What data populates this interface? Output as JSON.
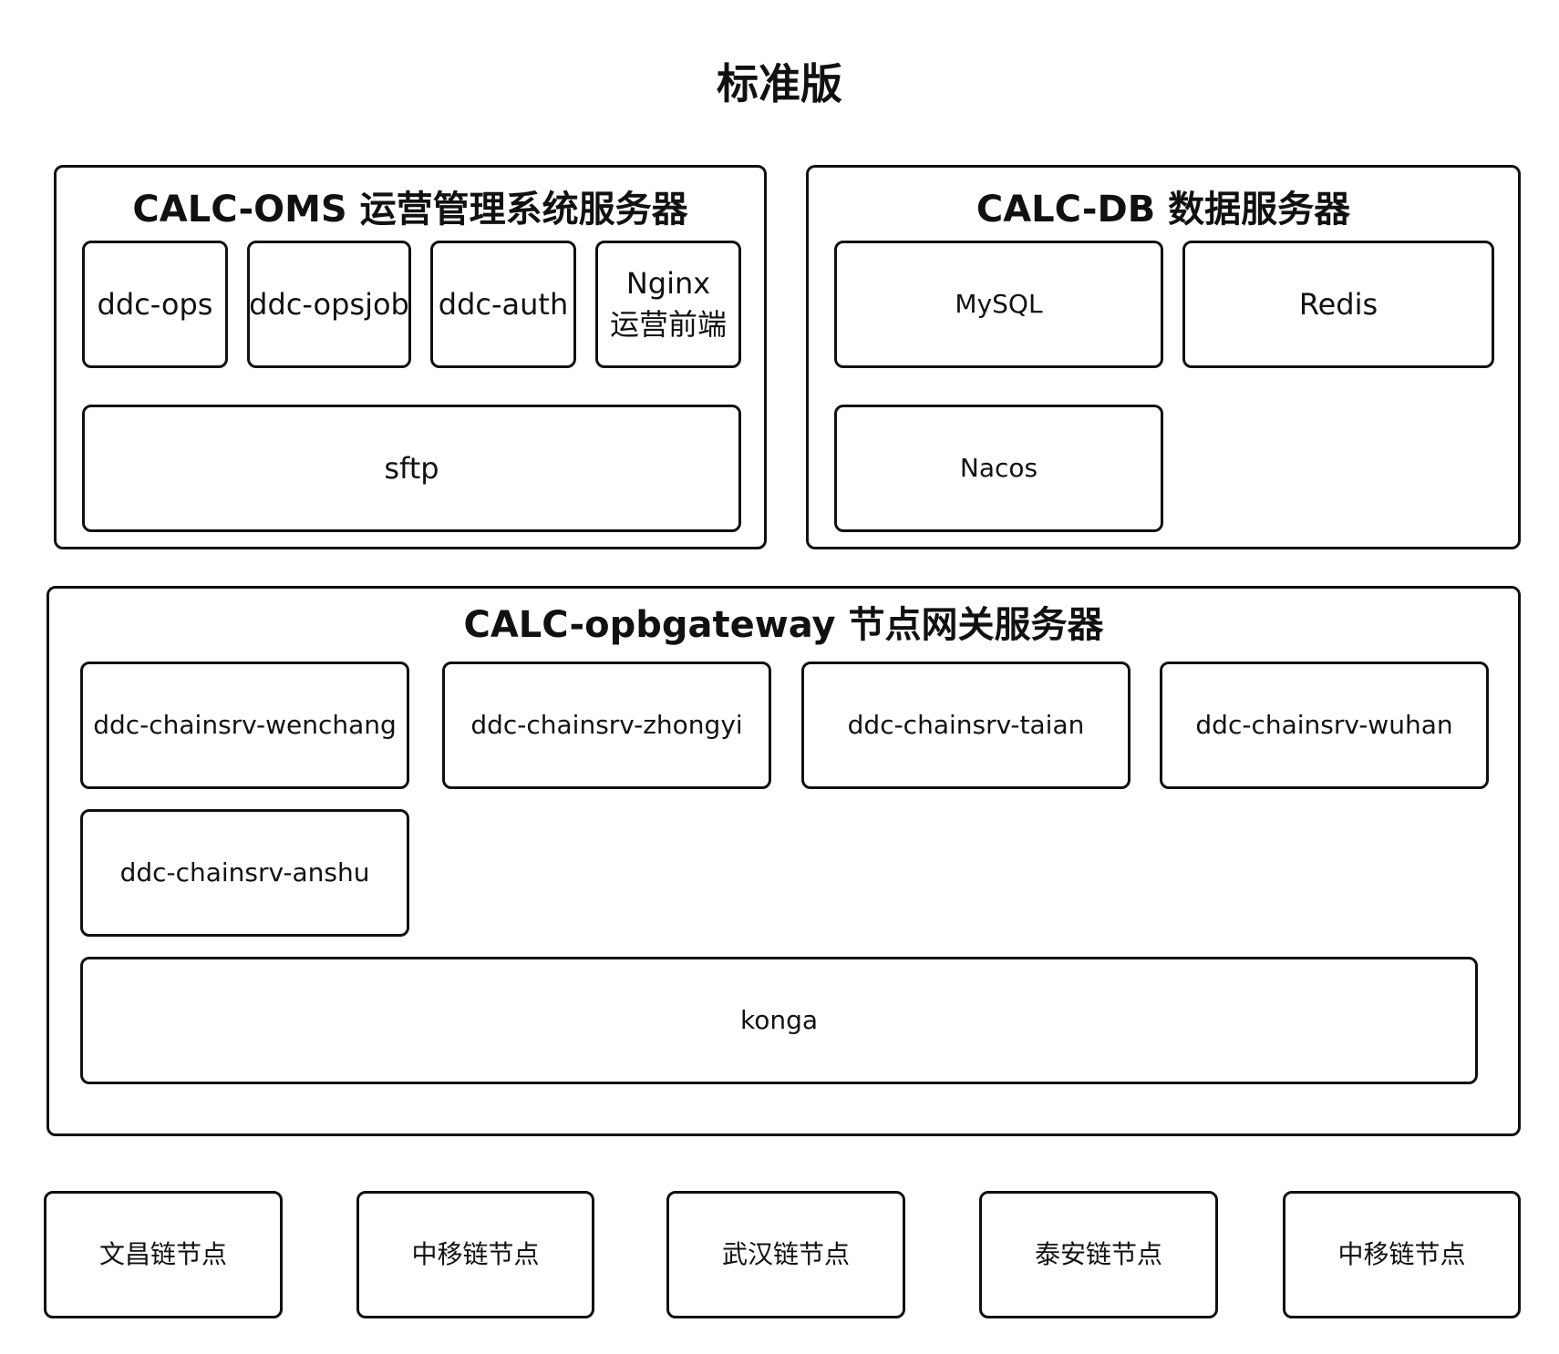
{
  "page": {
    "title": "标准版"
  },
  "oms": {
    "title": "CALC-OMS 运营管理系统服务器",
    "items": [
      {
        "label": "ddc-ops"
      },
      {
        "label": "ddc-opsjob"
      },
      {
        "label": "ddc-auth"
      },
      {
        "label": "Nginx",
        "sub": "运营前端"
      }
    ],
    "sftp": "sftp"
  },
  "db": {
    "title": "CALC-DB 数据服务器",
    "items": [
      {
        "label": "MySQL"
      },
      {
        "label": "Redis"
      },
      {
        "label": "Nacos"
      }
    ]
  },
  "gateway": {
    "title": "CALC-opbgateway 节点网关服务器",
    "items": [
      {
        "label": "ddc-chainsrv-wenchang"
      },
      {
        "label": "ddc-chainsrv-zhongyi"
      },
      {
        "label": "ddc-chainsrv-taian"
      },
      {
        "label": "ddc-chainsrv-wuhan"
      },
      {
        "label": "ddc-chainsrv-anshu"
      }
    ],
    "konga": "konga"
  },
  "nodes": [
    {
      "label": "文昌链节点"
    },
    {
      "label": "中移链节点"
    },
    {
      "label": "武汉链节点"
    },
    {
      "label": "泰安链节点"
    },
    {
      "label": "中移链节点"
    }
  ]
}
